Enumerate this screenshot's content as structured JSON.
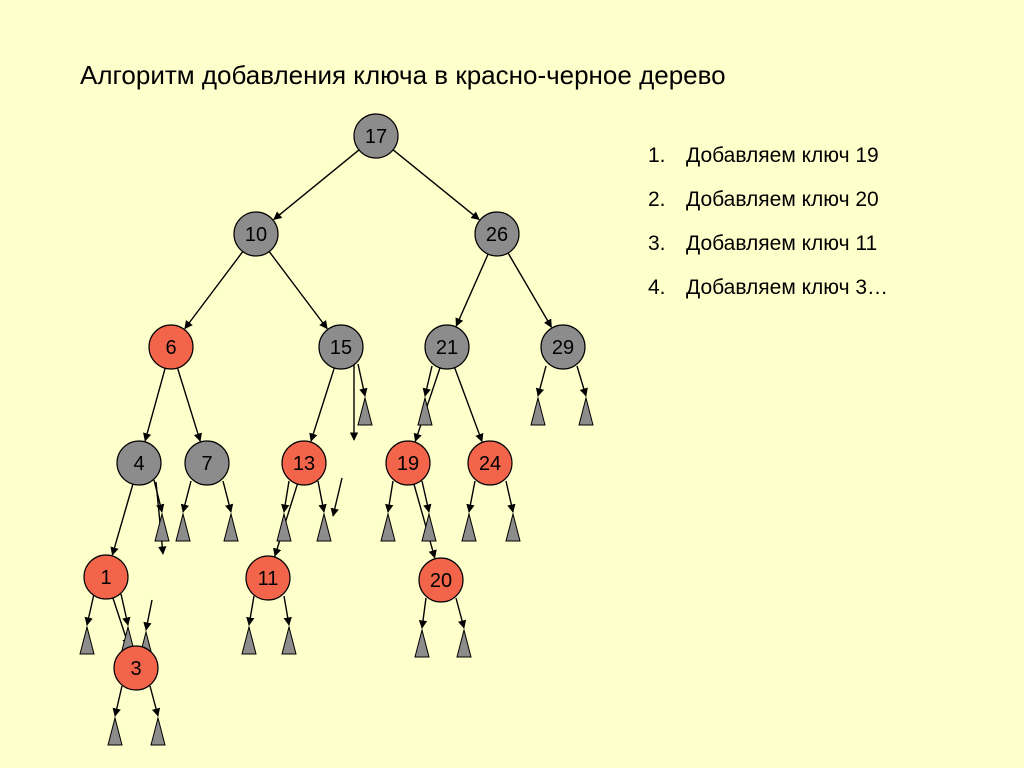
{
  "slide": {
    "title": "Алгоритм добавления ключа в красно-черное дерево",
    "steps": [
      {
        "num": "1.",
        "text": "Добавляем ключ 19"
      },
      {
        "num": "2.",
        "text": "Добавляем ключ 20"
      },
      {
        "num": "3.",
        "text": "Добавляем ключ 11"
      },
      {
        "num": "4.",
        "text": "Добавляем ключ 3…"
      }
    ]
  },
  "colors": {
    "background": "#FFFFCC",
    "black_node": "#8C8C8C",
    "red_node": "#F2654A",
    "leaf": "#8C8C8C",
    "edge": "#000000"
  },
  "tree": {
    "nodes": [
      {
        "key": "17",
        "color": "black"
      },
      {
        "key": "10",
        "color": "black"
      },
      {
        "key": "26",
        "color": "black"
      },
      {
        "key": "6",
        "color": "red"
      },
      {
        "key": "15",
        "color": "black"
      },
      {
        "key": "21",
        "color": "black"
      },
      {
        "key": "29",
        "color": "black"
      },
      {
        "key": "4",
        "color": "black"
      },
      {
        "key": "7",
        "color": "black"
      },
      {
        "key": "13",
        "color": "red"
      },
      {
        "key": "19",
        "color": "red"
      },
      {
        "key": "24",
        "color": "red"
      },
      {
        "key": "1",
        "color": "red"
      },
      {
        "key": "11",
        "color": "red"
      },
      {
        "key": "20",
        "color": "red"
      },
      {
        "key": "3",
        "color": "red"
      }
    ],
    "edges": [
      [
        "17",
        "10"
      ],
      [
        "17",
        "26"
      ],
      [
        "10",
        "6"
      ],
      [
        "10",
        "15"
      ],
      [
        "26",
        "21"
      ],
      [
        "26",
        "29"
      ],
      [
        "6",
        "4"
      ],
      [
        "6",
        "7"
      ],
      [
        "15",
        "13"
      ],
      [
        "21",
        "19"
      ],
      [
        "21",
        "24"
      ],
      [
        "4",
        "1"
      ],
      [
        "13",
        "11"
      ],
      [
        "19",
        "20"
      ],
      [
        "1",
        "3"
      ]
    ]
  }
}
